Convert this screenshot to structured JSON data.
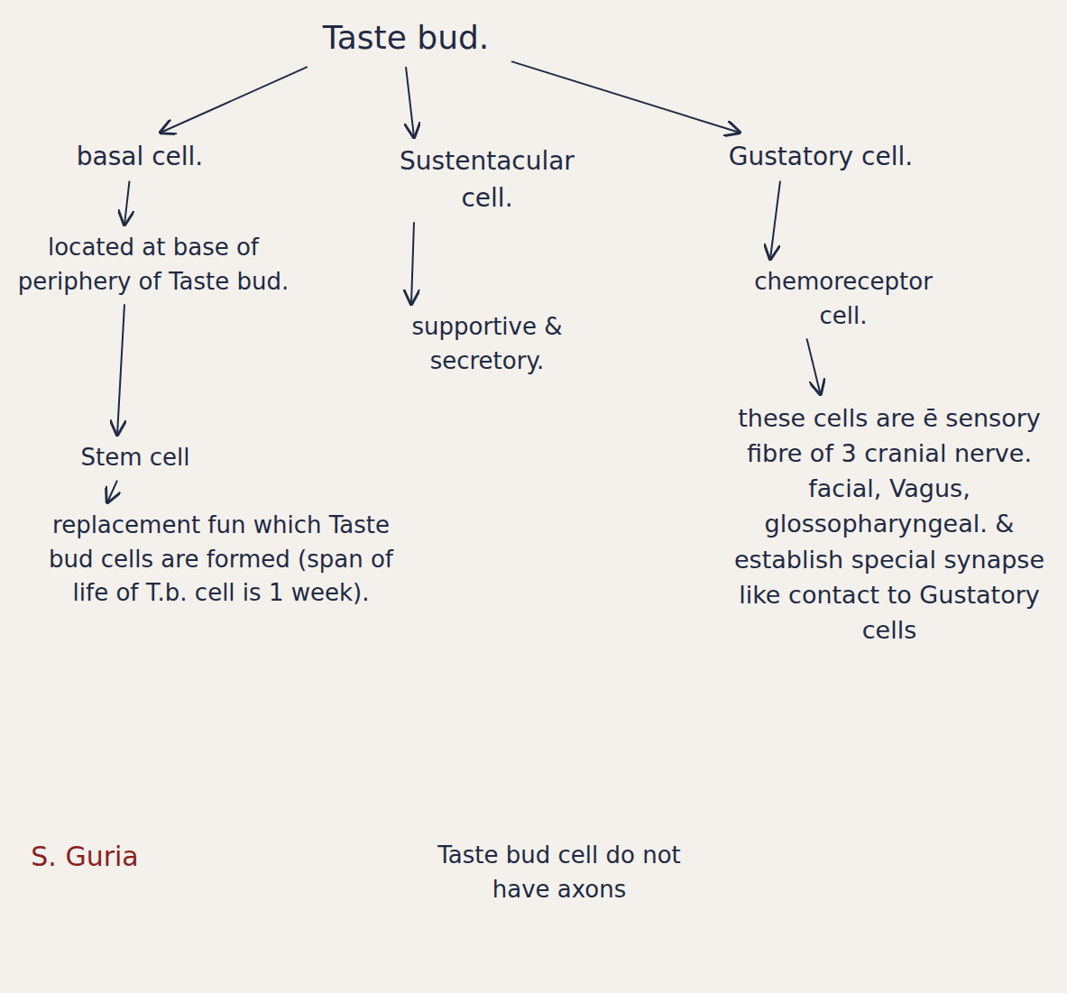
{
  "diagram": {
    "nodes": [
      {
        "text": [
          "Taste bud."
        ]
      },
      {
        "text": [
          "basal cell."
        ]
      },
      {
        "text": [
          "Sustentacular cell."
        ]
      },
      {
        "text": [
          "Gustatory cell."
        ]
      },
      {
        "text": [
          "located at base of periphery of Taste bud."
        ]
      },
      {
        "text": [
          "Stem cell"
        ]
      },
      {
        "text": [
          "replacement fun which Taste bud cells are formed (span of life of T.b. cell is 1 week)."
        ]
      },
      {
        "text": [
          "supportive & secretory."
        ]
      },
      {
        "text": [
          "chemoreceptor cell."
        ]
      },
      {
        "text": [
          "these cells are ē sensory fibre of 3 cranial nerve. facial, Vagus, glossopharyngeal. & establish special synapse like contact to Gustatory cells"
        ]
      }
    ],
    "edges": [
      {
        "from": 0,
        "to": 1,
        "arrow": "to"
      },
      {
        "from": 0,
        "to": 2,
        "arrow": "to"
      },
      {
        "from": 0,
        "to": 3,
        "arrow": "to"
      },
      {
        "from": 1,
        "to": 4,
        "arrow": "to"
      },
      {
        "from": 4,
        "to": 5,
        "arrow": "to"
      },
      {
        "from": 5,
        "to": 6,
        "arrow": "to"
      },
      {
        "from": 2,
        "to": 7,
        "arrow": "to"
      },
      {
        "from": 3,
        "to": 8,
        "arrow": "to"
      },
      {
        "from": 8,
        "to": 9,
        "arrow": "to"
      }
    ],
    "labels": [
      "Taste bud cell do not have axons",
      "S. Guria"
    ]
  }
}
